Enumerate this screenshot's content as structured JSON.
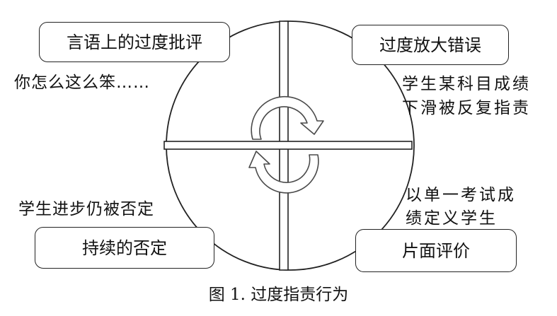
{
  "quadrants": {
    "top_left": {
      "box_label": "言语上的过度批评",
      "example": "你怎么这么笨……"
    },
    "top_right": {
      "box_label": "过度放大错误",
      "example_line1": "学生某科目成绩",
      "example_line2": "下滑被反复指责"
    },
    "bottom_left": {
      "box_label": "持续的否定",
      "example": "学生进步仍被否定"
    },
    "bottom_right": {
      "box_label": "片面评价",
      "example_line1": "以单一考试成",
      "example_line2": "绩定义学生"
    }
  },
  "caption": "图 1. 过度指责行为",
  "colors": {
    "line": "#222222",
    "bar_fill": "#ffffff",
    "arrow_stroke": "#4a4a4a",
    "arrow_fill": "#ffffff",
    "text": "#111111"
  },
  "icons": {
    "cycle": "circular-arrows-icon"
  }
}
